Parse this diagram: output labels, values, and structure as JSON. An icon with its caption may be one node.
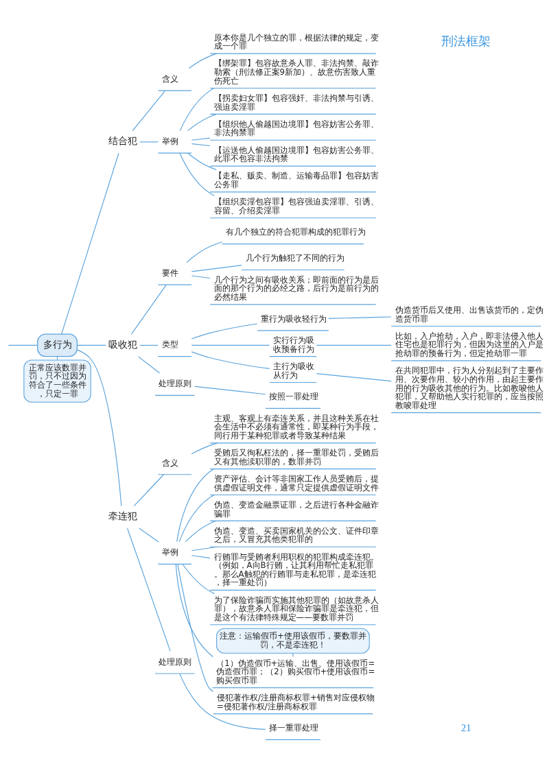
{
  "diagram": {
    "nodes": [
      {
        "text": [
          "多行为"
        ]
      },
      {
        "text": [
          "正常应该数罪并罚，只不过因为符合了一些条件，只定一罪"
        ]
      },
      {
        "text": [
          "结合犯"
        ]
      },
      {
        "text": [
          "含义"
        ]
      },
      {
        "text": [
          "原本你是几个独立的罪，根据法律的规定，变成一个罪"
        ]
      },
      {
        "text": [
          "举例"
        ]
      },
      {
        "text": [
          "【绑架罪】包容故意杀人罪、非法拘禁、敲诈勒索（刑法修正案9新加）、故意伤害致人重伤死亡"
        ]
      },
      {
        "text": [
          "【拐卖妇女罪】包容强奸、非法拘禁与引诱、强迫卖淫罪"
        ]
      },
      {
        "text": [
          "【组织他人偷越国边境罪】包容妨害公务罪、非法拘禁罪"
        ]
      },
      {
        "text": [
          "【运送他人偷越国边境罪】包容妨害公务罪、此罪不包容非法拘禁"
        ]
      },
      {
        "text": [
          "【走私、贩卖、制造、运输毒品罪】包容妨害公务罪"
        ]
      },
      {
        "text": [
          "【组织卖淫包容罪】包容强迫卖淫罪、引诱、容留、介绍卖淫罪"
        ]
      },
      {
        "text": [
          "吸收犯"
        ]
      },
      {
        "text": [
          "要件"
        ]
      },
      {
        "text": [
          "有几个独立的符合犯罪构成的犯罪行为"
        ]
      },
      {
        "text": [
          "几个行为触犯了不同的行为"
        ]
      },
      {
        "text": [
          "几个行为之间有吸收关系；即前面的行为是后面的那个行为的必经之路，后行为是前行为的必然结果"
        ]
      },
      {
        "text": [
          "类型"
        ]
      },
      {
        "text": [
          "重行为吸收轻行为"
        ]
      },
      {
        "text": [
          "伪造货币后又使用、出售该货币的，定伪造货币罪"
        ]
      },
      {
        "text": [
          "实行行为吸收预备行为"
        ]
      },
      {
        "text": [
          "比如，入户抢劫，入户，即非法侵入他人住宅也是犯罪行为，但因为这里的入户是抢劫罪的预备行为，但定抢劫罪一罪"
        ]
      },
      {
        "text": [
          "主行为吸收从行为"
        ]
      },
      {
        "text": [
          "在共同犯罪中，行为人分别起到了主要作用、次要作用、较小的作用，由起主要作用的行为吸收其他的行为。比如教唆他人犯罪，又帮助他人实行犯罪的，应当按照教唆罪处理"
        ]
      },
      {
        "text": [
          "处理原则"
        ]
      },
      {
        "text": [
          "按照一罪处理"
        ]
      },
      {
        "text": [
          "牵连犯"
        ]
      },
      {
        "text": [
          "含义"
        ]
      },
      {
        "text": [
          "主观、客观上有牵连关系，并且这种关系在社会生活中不必须有通常性，即某种行为手段，同行用于某种犯罪或者导致某种结果"
        ]
      },
      {
        "text": [
          "举例"
        ]
      },
      {
        "text": [
          "受贿后又徇私枉法的，择一重罪处罚，受贿后又有其他渎职罪的，数罪并罚"
        ]
      },
      {
        "text": [
          "资产评估、会计等非国家工作人员受贿后，提供虚假证明文件，通常只定提供虚假证明文件"
        ]
      },
      {
        "text": [
          "伪造、变造金融票证罪，之后进行各种金融诈骗罪"
        ]
      },
      {
        "text": [
          "伪造、变造、买卖国家机关的公文、证件印章之后，又冒充其他类犯罪的"
        ]
      },
      {
        "text": [
          "行贿罪与受贿者利用职权的犯罪构成牵连犯。（例如，A向B行贿，让其利用帮忙走私犯罪。那么A触犯的行贿罪与走私犯罪，是牵连犯，择一重处罚）"
        ]
      },
      {
        "text": [
          "为了保险诈骗而实施其他犯罪的（如故意杀人罪），故意杀人罪和保险诈骗罪是牵连犯，但是这个有法律特殊规定——要数罪并罚"
        ]
      },
      {
        "text": [
          "注意：运输假币+使用该假币，要数罪并罚，不是牵连犯！"
        ]
      },
      {
        "text": [
          "（1）伪造假币+运输、出售、使用该假币=伪造假币罪；（2）购买假币+使用该假币=购买假币罪"
        ]
      },
      {
        "text": [
          "侵犯著作权/注册商标权罪+销售对应侵权物=侵犯著作权/注册商标权罪"
        ]
      },
      {
        "text": [
          "处理原则"
        ]
      },
      {
        "text": [
          "择一重罪处理"
        ]
      }
    ],
    "edges": [
      {
        "from": null,
        "to": 0,
        "arrow": "none"
      },
      {
        "from": 0,
        "to": 1,
        "arrow": "none"
      },
      {
        "from": 0,
        "to": 2,
        "arrow": "none"
      },
      {
        "from": 2,
        "to": 3,
        "arrow": "none"
      },
      {
        "from": 3,
        "to": 4,
        "arrow": "none"
      },
      {
        "from": 2,
        "to": 5,
        "arrow": "none"
      },
      {
        "from": 5,
        "to": 6,
        "arrow": "none"
      },
      {
        "from": 5,
        "to": 7,
        "arrow": "none"
      },
      {
        "from": 5,
        "to": 8,
        "arrow": "none"
      },
      {
        "from": 5,
        "to": 9,
        "arrow": "none"
      },
      {
        "from": 5,
        "to": 10,
        "arrow": "none"
      },
      {
        "from": 5,
        "to": 11,
        "arrow": "none"
      },
      {
        "from": 0,
        "to": 12,
        "arrow": "none"
      },
      {
        "from": 12,
        "to": 13,
        "arrow": "none"
      },
      {
        "from": 13,
        "to": 14,
        "arrow": "none"
      },
      {
        "from": 13,
        "to": 15,
        "arrow": "none"
      },
      {
        "from": 13,
        "to": 16,
        "arrow": "none"
      },
      {
        "from": 12,
        "to": 17,
        "arrow": "none"
      },
      {
        "from": 17,
        "to": 18,
        "arrow": "none"
      },
      {
        "from": 18,
        "to": 19,
        "arrow": "none"
      },
      {
        "from": 17,
        "to": 20,
        "arrow": "none"
      },
      {
        "from": 20,
        "to": 21,
        "arrow": "none"
      },
      {
        "from": 17,
        "to": 22,
        "arrow": "none"
      },
      {
        "from": 22,
        "to": 23,
        "arrow": "none"
      },
      {
        "from": 12,
        "to": 24,
        "arrow": "none"
      },
      {
        "from": 24,
        "to": 25,
        "arrow": "none"
      },
      {
        "from": 0,
        "to": 26,
        "arrow": "none"
      },
      {
        "from": 26,
        "to": 27,
        "arrow": "none"
      },
      {
        "from": 27,
        "to": 28,
        "arrow": "none"
      },
      {
        "from": 26,
        "to": 29,
        "arrow": "none"
      },
      {
        "from": 29,
        "to": 30,
        "arrow": "none"
      },
      {
        "from": 29,
        "to": 31,
        "arrow": "none"
      },
      {
        "from": 29,
        "to": 32,
        "arrow": "none"
      },
      {
        "from": 29,
        "to": 33,
        "arrow": "none"
      },
      {
        "from": 29,
        "to": 34,
        "arrow": "none"
      },
      {
        "from": 29,
        "to": 35,
        "arrow": "none"
      },
      {
        "from": 36,
        "to": 37,
        "arrow": "none"
      },
      {
        "from": 29,
        "to": 37,
        "arrow": "none"
      },
      {
        "from": 29,
        "to": 38,
        "arrow": "none"
      },
      {
        "from": 26,
        "to": 39,
        "arrow": "none"
      },
      {
        "from": 39,
        "to": 40,
        "arrow": "none"
      }
    ],
    "labels": [
      "刑法框架",
      "21"
    ]
  }
}
